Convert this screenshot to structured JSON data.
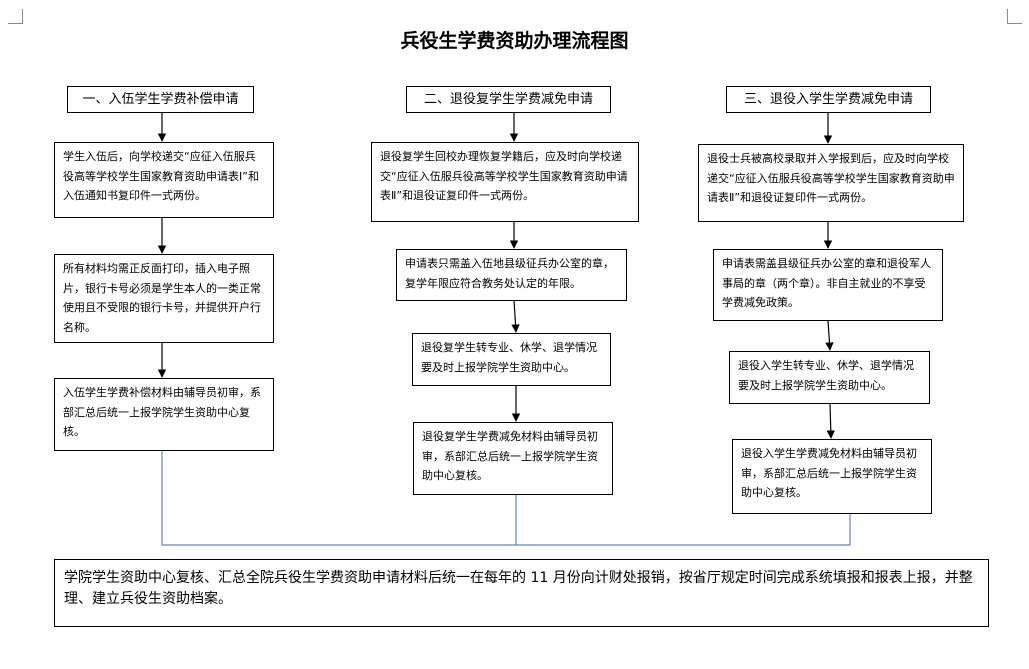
{
  "title": "兵役生学费资助办理流程图",
  "columns": [
    {
      "header": "一、入伍学生学费补偿申请",
      "steps": [
        "学生入伍后，向学校递交“应征入伍服兵役高等学校学生国家教育资助申请表Ⅰ”和入伍通知书复印件一式两份。",
        "所有材料均需正反面打印，插入电子照片，银行卡号必须是学生本人的一类正常使用且不受限的银行卡号，并提供开户行名称。",
        "入伍学生学费补偿材料由辅导员初审，系部汇总后统一上报学院学生资助中心复核。"
      ]
    },
    {
      "header": "二、退役复学生学费减免申请",
      "steps": [
        "退役复学生回校办理恢复学籍后，应及时向学校递交“应征入伍服兵役高等学校学生国家教育资助申请表Ⅱ”和退役证复印件一式两份。",
        "申请表只需盖入伍地县级征兵办公室的章，复学年限应符合教务处认定的年限。",
        "退役复学生转专业、休学、退学情况要及时上报学院学生资助中心。",
        "退役复学生学费减免材料由辅导员初审，系部汇总后统一上报学院学生资助中心复核。"
      ]
    },
    {
      "header": "三、退役入学生学费减免申请",
      "steps": [
        "退役士兵被高校录取并入学报到后，应及时向学校递交“应征入伍服兵役高等学校学生国家教育资助申请表Ⅱ”和退役证复印件一式两份。",
        "申请表需盖县级征兵办公室的章和退役军人事局的章（两个章）。非自主就业的不享受学费减免政策。",
        "退役入学生转专业、休学、退学情况要及时上报学院学生资助中心。",
        "退役入学生学费减免材料由辅导员初审，系部汇总后统一上报学院学生资助中心复核。"
      ]
    }
  ],
  "footer": "学院学生资助中心复核、汇总全院兵役生学费资助申请材料后统一在每年的 11 月份向计财处报销，按省厅规定时间完成系统填报和报表上报，并整理、建立兵役生资助档案。",
  "colors": {
    "arrow": "#000000",
    "connector": "#5b86c4",
    "border": "#000000"
  }
}
